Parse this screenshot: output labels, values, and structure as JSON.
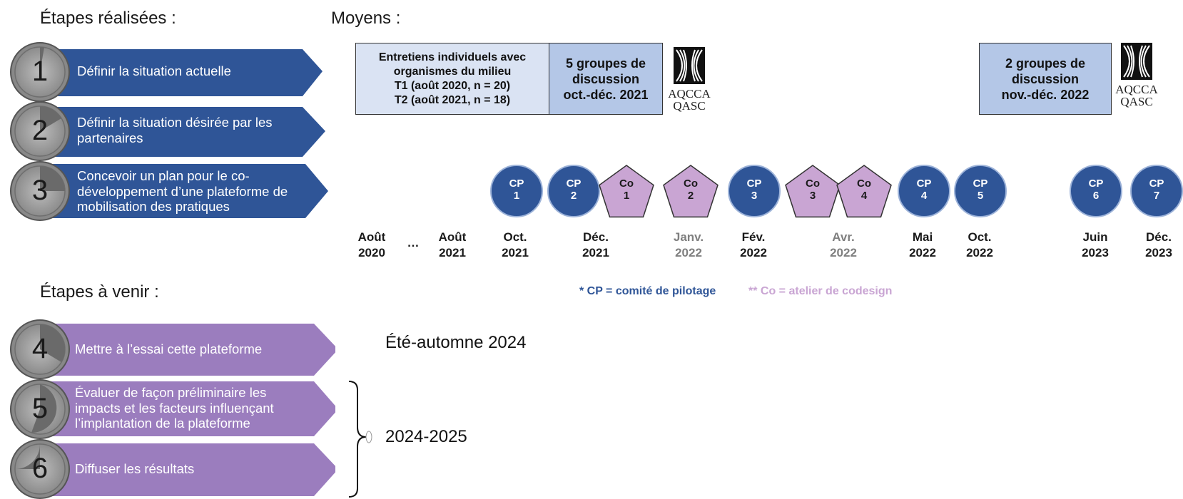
{
  "headings": {
    "done": "Étapes réalisées :",
    "means": "Moyens :",
    "upcoming": "Étapes à venir :"
  },
  "steps": [
    {
      "number": "1",
      "label": "Définir la situation actuelle"
    },
    {
      "number": "2",
      "label": "Définir la situation désirée par les partenaires"
    },
    {
      "number": "3",
      "label": "Concevoir un plan pour le co-développement d’une plateforme de mobilisation des pratiques"
    },
    {
      "number": "4",
      "label": "Mettre à l’essai cette plateforme"
    },
    {
      "number": "5",
      "label": "Évaluer de façon préliminaire les impacts et les facteurs influençant l’implantation de la plateforme"
    },
    {
      "number": "6",
      "label": "Diffuser les résultats"
    }
  ],
  "boxes": {
    "interviews": [
      "Entretiens individuels avec",
      "organismes du milieu",
      "T1 (août 2020, n = 20)",
      "T2 (août 2021, n = 18)"
    ],
    "groups2021": [
      "5 groupes de",
      "discussion",
      "oct.-déc. 2021"
    ],
    "groups2022": [
      "2 groupes de",
      "discussion",
      "nov.-déc. 2022"
    ]
  },
  "logo": {
    "line1": "AQCCA",
    "line2": "QASC",
    "icon": "aqcca-logo-icon"
  },
  "timeline": {
    "markers": [
      {
        "type": "CP",
        "num": "1"
      },
      {
        "type": "CP",
        "num": "2"
      },
      {
        "type": "Co",
        "num": "1"
      },
      {
        "type": "Co",
        "num": "2"
      },
      {
        "type": "CP",
        "num": "3"
      },
      {
        "type": "Co",
        "num": "3"
      },
      {
        "type": "Co",
        "num": "4"
      },
      {
        "type": "CP",
        "num": "4"
      },
      {
        "type": "CP",
        "num": "5"
      },
      {
        "type": "CP",
        "num": "6"
      },
      {
        "type": "CP",
        "num": "7"
      }
    ],
    "dates": [
      {
        "month": "Août",
        "year": "2020",
        "style": "dark"
      },
      {
        "month": "…",
        "year": "",
        "style": "dark"
      },
      {
        "month": "Août",
        "year": "2021",
        "style": "dark"
      },
      {
        "month": "Oct.",
        "year": "2021",
        "style": "dark"
      },
      {
        "month": "Déc.",
        "year": "2021",
        "style": "dark"
      },
      {
        "month": "Janv.",
        "year": "2022",
        "style": "gray"
      },
      {
        "month": "Fév.",
        "year": "2022",
        "style": "dark"
      },
      {
        "month": "Avr.",
        "year": "2022",
        "style": "gray"
      },
      {
        "month": "Mai",
        "year": "2022",
        "style": "dark"
      },
      {
        "month": "Oct.",
        "year": "2022",
        "style": "dark"
      },
      {
        "month": "Juin",
        "year": "2023",
        "style": "dark"
      },
      {
        "month": "Déc.",
        "year": "2023",
        "style": "dark"
      }
    ]
  },
  "legend": {
    "cp": "* CP = comité de pilotage",
    "co": "** Co = atelier de codesign"
  },
  "future": {
    "step4_period": "Été-automne 2024",
    "steps56_period": "2024-2025"
  },
  "colors": {
    "done_arrow": "#2f5597",
    "future_arrow": "#9b7dbe",
    "cp_circle": "#2f5597",
    "co_pentagon": "#c9a5d3",
    "box_light": "#dae3f3",
    "box_mid": "#b4c7e7",
    "legend_cp": "#2f5597",
    "legend_co": "#c9a5d3",
    "date_gray": "#7f7f7f"
  }
}
